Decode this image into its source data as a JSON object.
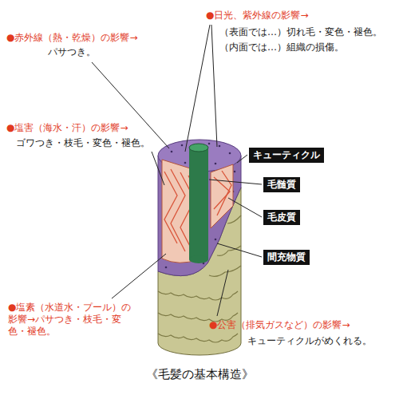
{
  "diagram": {
    "caption": "《毛髪の基本構造》",
    "nodes": [
      {
        "text": [
          "キューティクル"
        ]
      },
      {
        "text": [
          "毛髄質"
        ]
      },
      {
        "text": [
          "毛皮質"
        ]
      },
      {
        "text": [
          "間充物質"
        ]
      }
    ],
    "labels": [
      "●赤外線（熱・乾燥）の影響→",
      "パサつき。",
      "●日光、紫外線の影響→",
      "（表面では…）切れ毛・変色・褪色。",
      "（内面では…）組織の損傷。",
      "●塩害（海水・汗）の影響→",
      "ゴワつき・枝毛・変色・褪色。",
      "●塩素（水道水・プール）の影響→パサつき・枝毛・変色・褪色。",
      "●公害（排気ガスなど）の影響→",
      "キューティクルがめくれる。"
    ]
  }
}
